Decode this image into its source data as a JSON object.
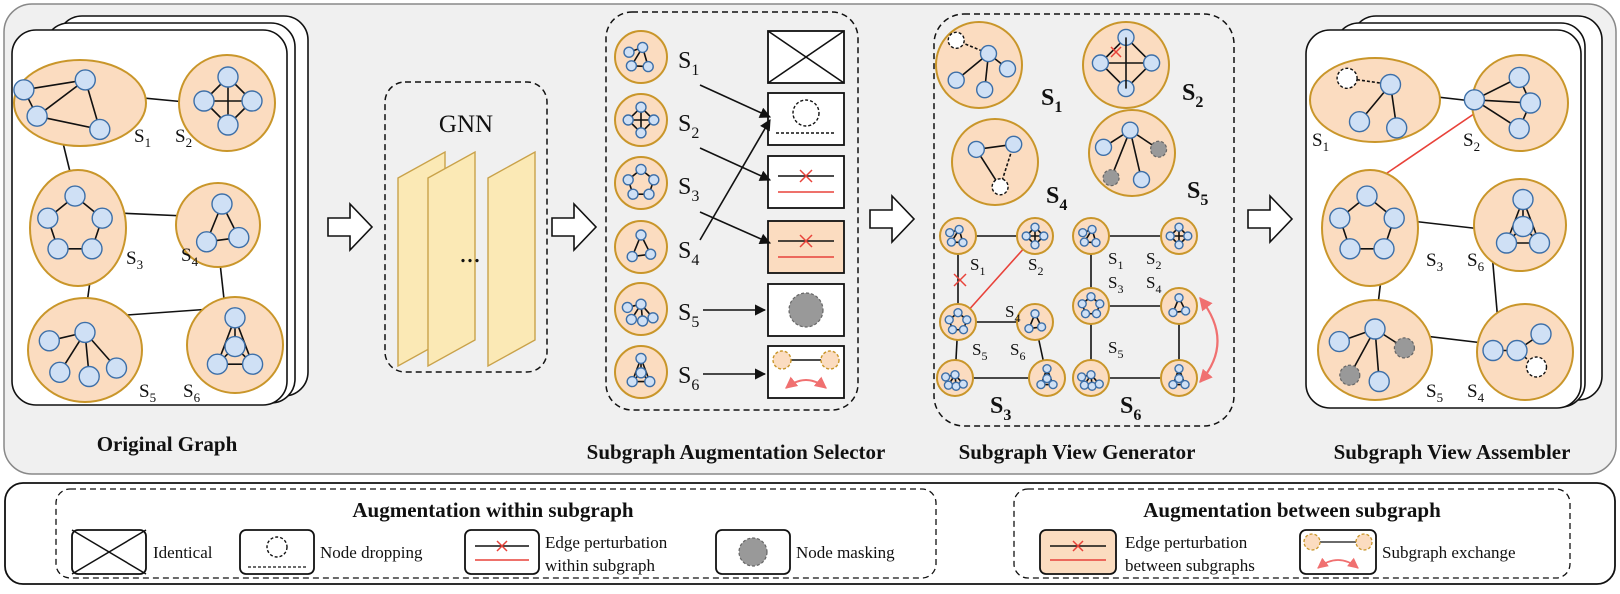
{
  "panels": {
    "original_graph": "Original Graph",
    "gnn": "GNN",
    "gnn_ellipsis": "...",
    "selector": "Subgraph Augmentation Selector",
    "generator": "Subgraph View Generator",
    "assembler": "Subgraph View Assembler"
  },
  "subgraph_labels": {
    "s1": "S",
    "s2": "S",
    "s3": "S",
    "s4": "S",
    "s5": "S",
    "s6": "S",
    "sub1": "1",
    "sub2": "2",
    "sub3": "3",
    "sub4": "4",
    "sub5": "5",
    "sub6": "6"
  },
  "legend": {
    "within_title": "Augmentation within subgraph",
    "between_title": "Augmentation between subgraph",
    "identical": "Identical",
    "node_dropping": "Node dropping",
    "edge_within_line1": "Edge perturbation",
    "edge_within_line2": "within subgraph",
    "node_masking": "Node masking",
    "edge_between_line1": "Edge perturbation",
    "edge_between_line2": "between subgraphs",
    "subgraph_exchange": "Subgraph exchange"
  },
  "colors": {
    "node_fill": "#cfe0f5",
    "node_stroke": "#3d6fa8",
    "subgraph_fill": "#fbdcc0",
    "subgraph_stroke": "#c9962a",
    "gnn_fill": "#fbe9b5",
    "perturb_red": "#e8423a",
    "exchange_pink": "#f07070",
    "panel_bg": "#f0f0f0"
  }
}
